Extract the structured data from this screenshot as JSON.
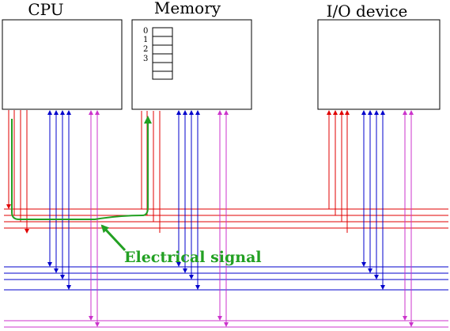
{
  "components": {
    "cpu": {
      "title": "CPU"
    },
    "memory": {
      "title": "Memory",
      "addresses": [
        "0",
        "1",
        "2",
        "3"
      ]
    },
    "io": {
      "title": "I/O device"
    }
  },
  "annotation": {
    "label": "Electrical signal"
  },
  "buses": {
    "address": {
      "color": "#e00000"
    },
    "data": {
      "color": "#0000cc"
    },
    "control": {
      "color": "#cc33cc"
    }
  },
  "signal_color": "#22a022"
}
